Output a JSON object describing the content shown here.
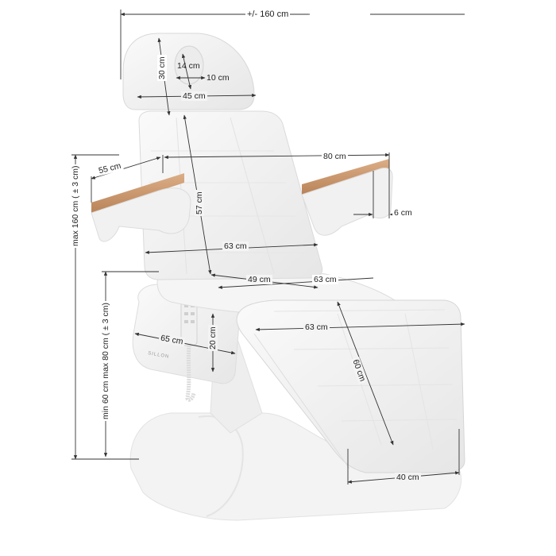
{
  "diagram": {
    "subject": "Electric cosmetic / beauty treatment chair with dimensions",
    "brand_mark": "SILLON",
    "colors": {
      "chair_body": "#f4f4f4",
      "chair_shadow": "#dcdcdc",
      "armrest_wood": "#c9956a",
      "dimension_line": "#333333",
      "background": "#ffffff"
    },
    "dimensions": {
      "total_length": "+/- 160 cm",
      "headrest_height": "30 cm",
      "face_hole_height": "14 cm",
      "face_hole_width": "10 cm",
      "headrest_width": "45 cm",
      "armrest_length": "55 cm",
      "width_with_armrests": "80 cm",
      "armrest_width": "6 cm",
      "backrest_length": "57 cm",
      "backrest_width": "63 cm",
      "seat_length": "49 cm",
      "seat_width": "63 cm",
      "legrest_width": "63 cm",
      "legrest_length": "60 cm",
      "side_cover_length": "65 cm",
      "side_cover_height": "20 cm",
      "foot_end_width": "40 cm",
      "max_height": "max 160 cm ( ± 3 cm)",
      "seat_height_range": "min 60 cm max 80 cm ( ± 3 cm)"
    }
  }
}
